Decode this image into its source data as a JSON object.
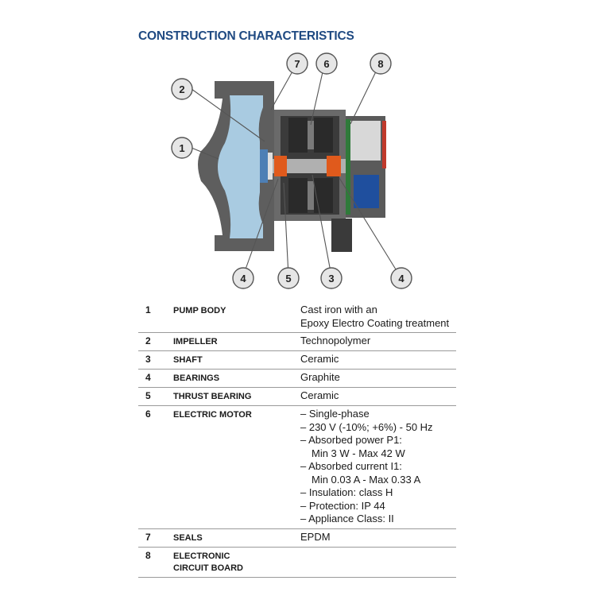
{
  "title": "CONSTRUCTION CHARACTERISTICS",
  "diagram": {
    "callouts": [
      "1",
      "2",
      "3",
      "4",
      "4",
      "5",
      "6",
      "7",
      "8"
    ],
    "colors": {
      "body": "#5e5e5e",
      "water": "#a9cbe1",
      "rotor": "#e05a1c",
      "board": "#2f7a3a",
      "capacitor": "#1f4f9e"
    }
  },
  "specs": [
    {
      "num": "1",
      "name": "PUMP BODY",
      "lines": [
        "Cast iron with an",
        "Epoxy Electro Coating treatment"
      ]
    },
    {
      "num": "2",
      "name": "IMPELLER",
      "lines": [
        "Technopolymer"
      ]
    },
    {
      "num": "3",
      "name": "SHAFT",
      "lines": [
        "Ceramic"
      ]
    },
    {
      "num": "4",
      "name": "BEARINGS",
      "lines": [
        "Graphite"
      ]
    },
    {
      "num": "5",
      "name": "THRUST BEARING",
      "lines": [
        "Ceramic"
      ]
    },
    {
      "num": "6",
      "name": "ELECTRIC MOTOR",
      "lines": [
        "– Single-phase",
        "– 230 V (-10%; +6%) - 50 Hz",
        "– Absorbed power P1:",
        "Min 3 W  -  Max 42 W",
        "– Absorbed current I1:",
        "Min 0.03 A  -  Max 0.33 A",
        "– Insulation: class H",
        "– Protection: IP 44",
        "– Appliance Class: II"
      ]
    },
    {
      "num": "7",
      "name": "SEALS",
      "lines": [
        "EPDM"
      ]
    },
    {
      "num": "8",
      "name": "ELECTRONIC\nCIRCUIT BOARD",
      "lines": []
    }
  ]
}
